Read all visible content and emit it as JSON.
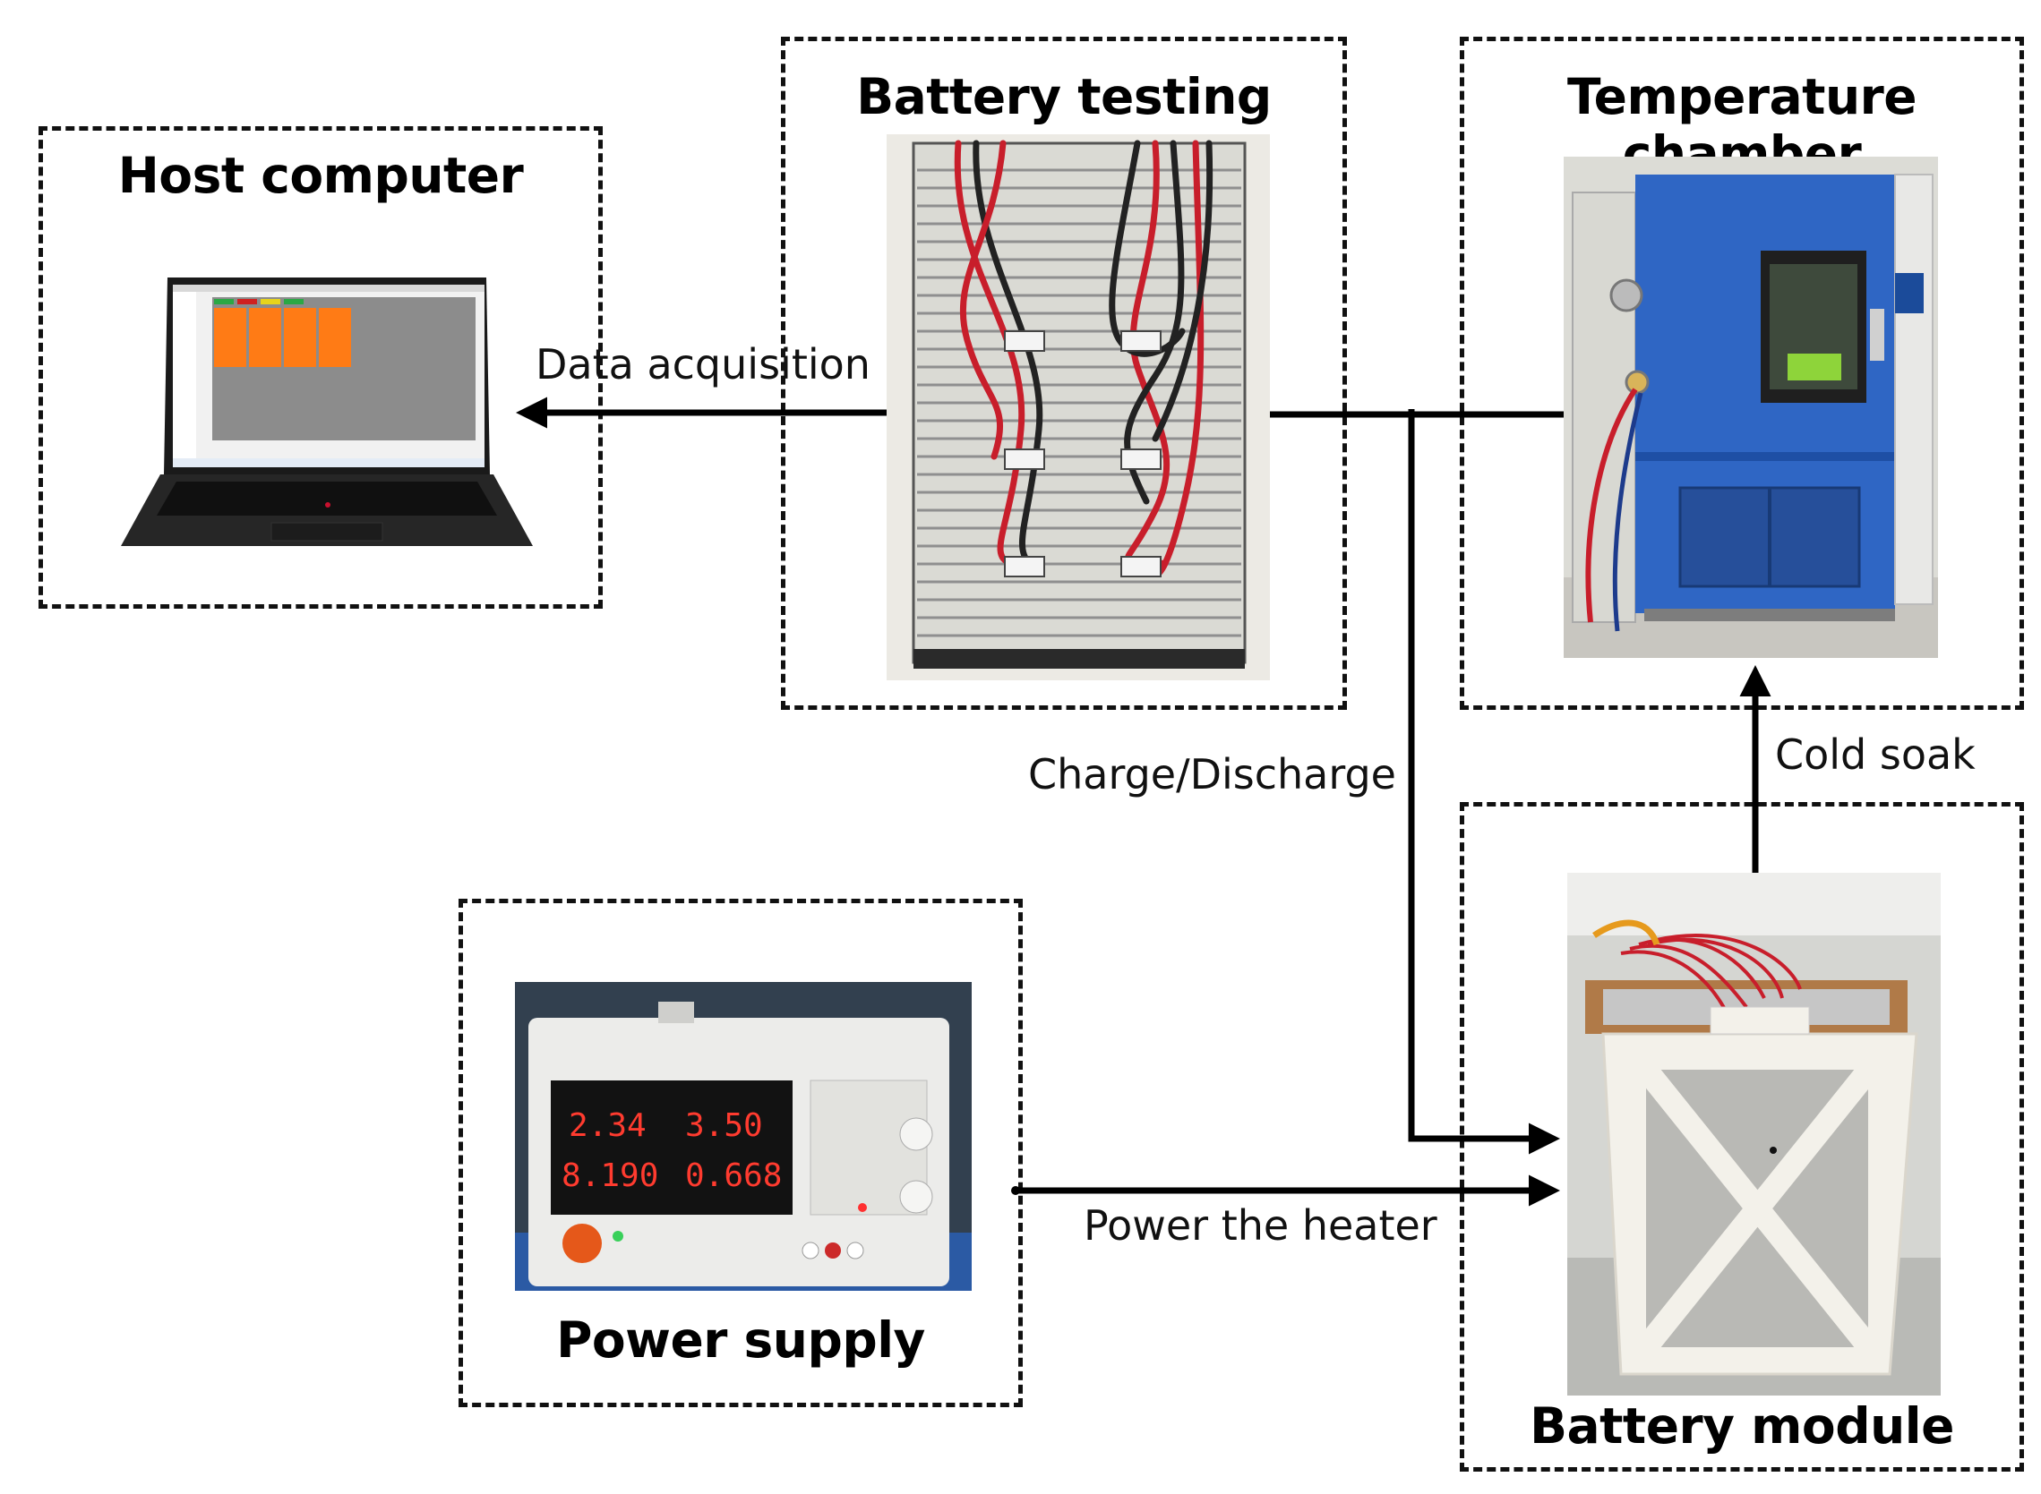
{
  "blocks": {
    "host": {
      "title": "Host computer"
    },
    "bts": {
      "title": "Battery testing system"
    },
    "chamber": {
      "title": "Temperature chamber"
    },
    "psu": {
      "title": "Power supply",
      "display": [
        "2.34",
        "3.50",
        "8.190",
        "0.668"
      ]
    },
    "module": {
      "title": "Battery module"
    }
  },
  "connections": {
    "data": "Data acquisition",
    "charge": "Charge/Discharge",
    "cold": "Cold soak",
    "heater": "Power the heater"
  }
}
